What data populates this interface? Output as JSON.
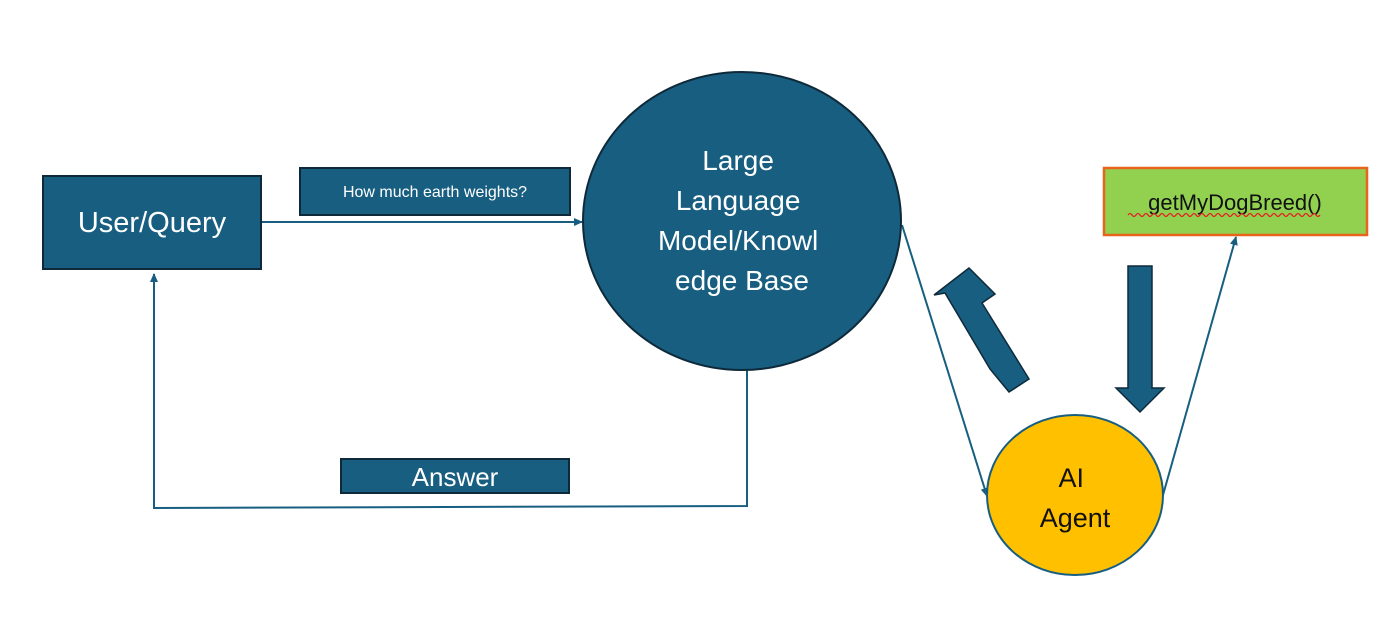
{
  "diagram": {
    "nodes": {
      "user_query": {
        "label": "User/Query"
      },
      "question": {
        "label": "How much earth weights?"
      },
      "llm": {
        "lines": [
          "Large",
          "Language",
          "Model/Knowl",
          "edge Base"
        ]
      },
      "answer": {
        "label": "Answer"
      },
      "tool": {
        "label": "getMyDogBreed()"
      },
      "agent": {
        "lines": [
          "AI",
          "Agent"
        ]
      }
    },
    "edges": [
      {
        "from": "User/Query",
        "to": "Large Language Model/Knowledge Base",
        "label": "How much earth weights?"
      },
      {
        "from": "Large Language Model/Knowledge Base",
        "to": "User/Query",
        "label": "Answer"
      },
      {
        "from": "Large Language Model/Knowledge Base",
        "to": "AI Agent"
      },
      {
        "from": "AI Agent",
        "to": "getMyDogBreed()"
      },
      {
        "from": "getMyDogBreed()",
        "to": "AI Agent",
        "style": "block-arrow"
      },
      {
        "from": "AI Agent",
        "to": "Large Language Model/Knowledge Base",
        "style": "block-arrow"
      }
    ],
    "colors": {
      "primary": "#175E80",
      "border": "#0E2A3A",
      "agent": "#FFC000",
      "tool_fill": "#92D050",
      "tool_border": "#E8641A",
      "spellcheck": "#E02020"
    }
  }
}
